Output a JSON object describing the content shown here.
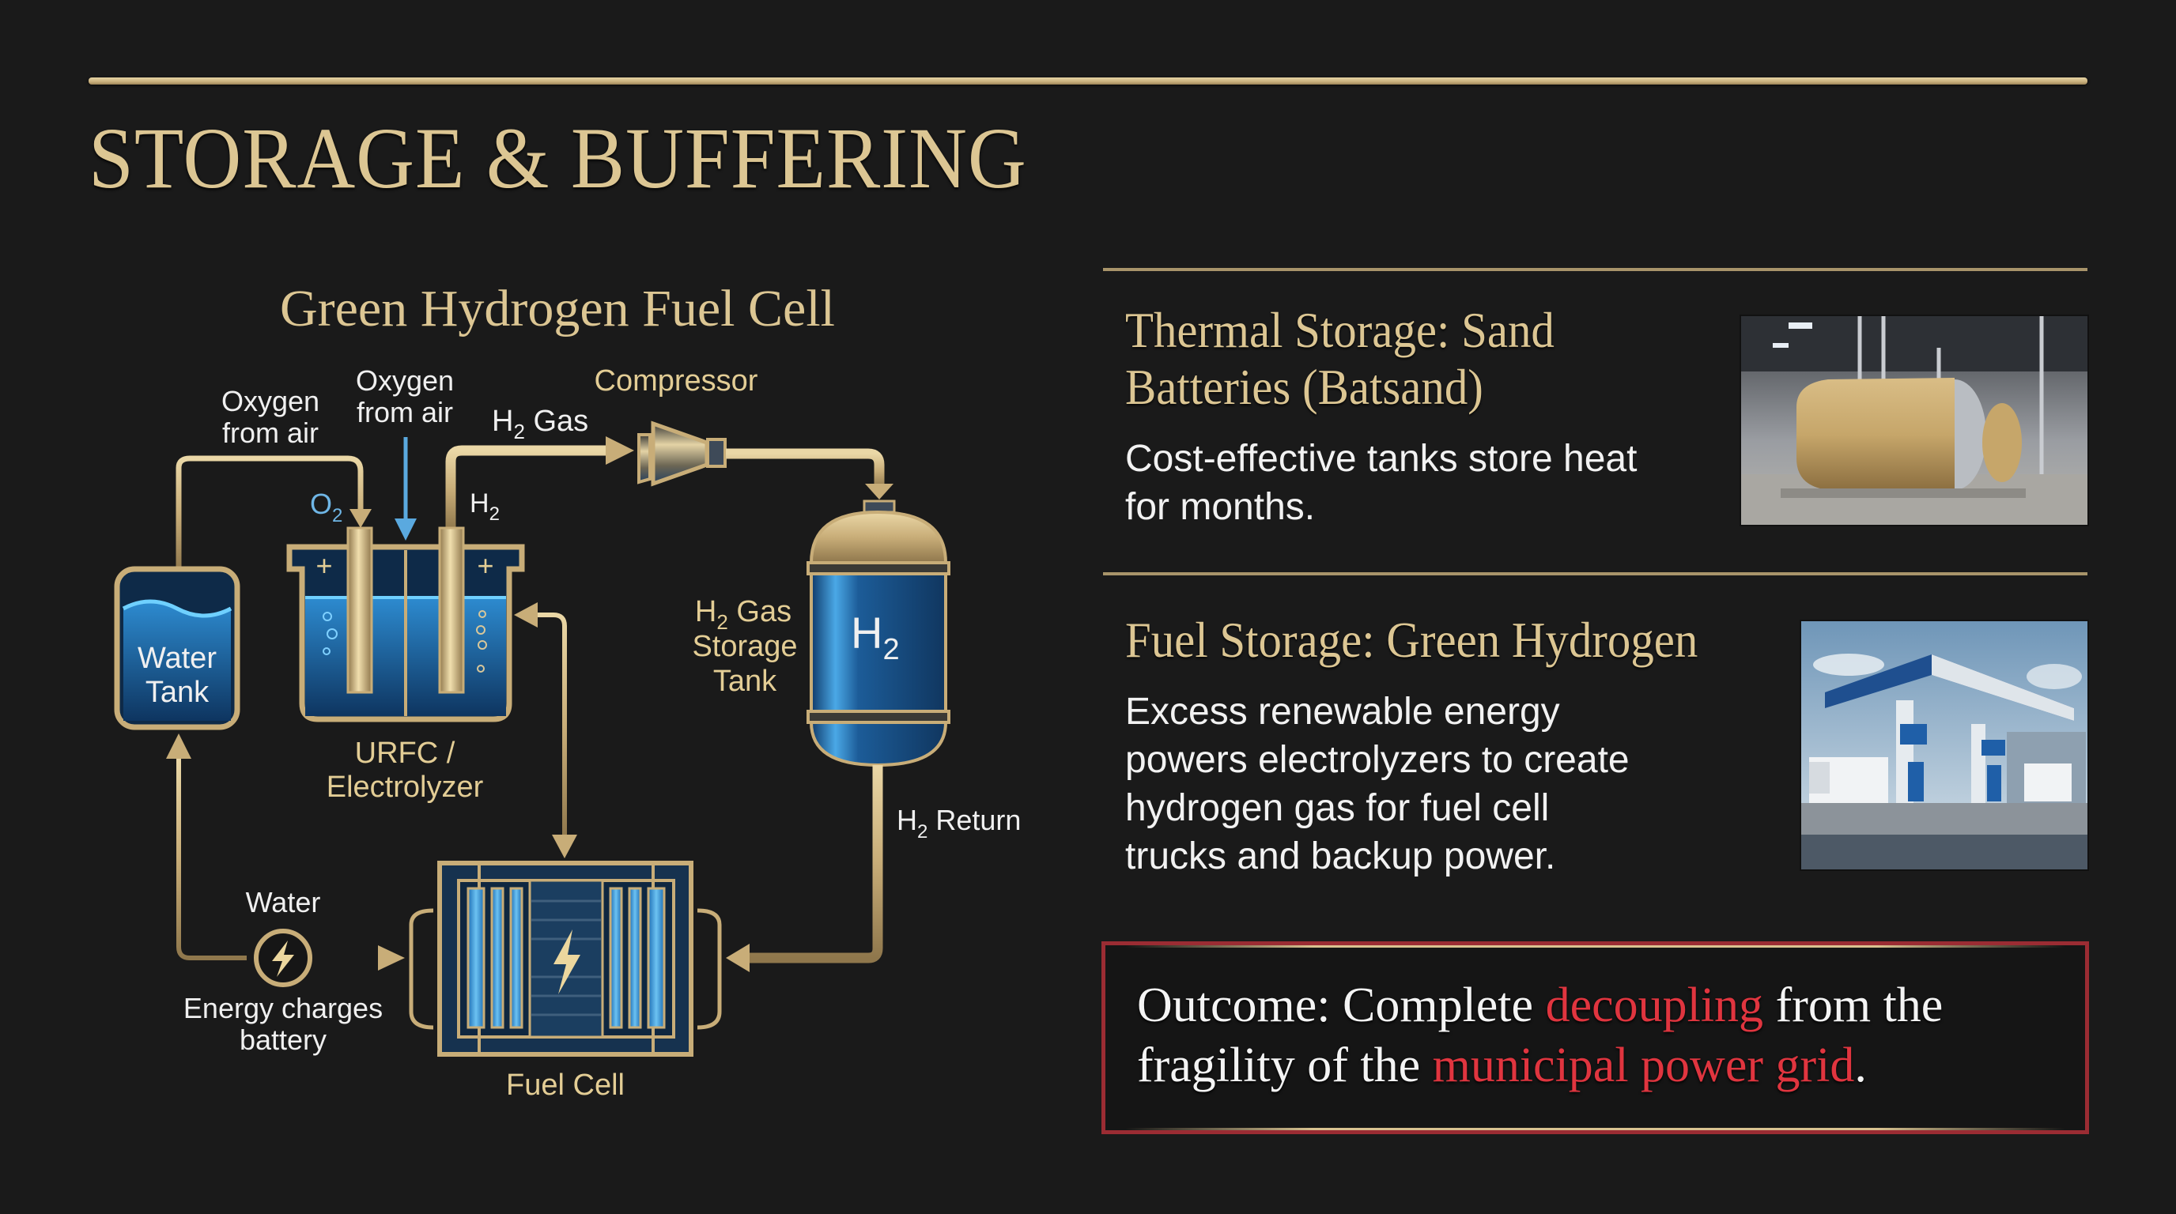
{
  "page": {
    "title": "STORAGE & BUFFERING"
  },
  "diagram": {
    "title": "Green Hydrogen Fuel Cell",
    "labels": {
      "oxygen_left_1": "Oxygen",
      "oxygen_left_2": "from air",
      "oxygen_center_1": "Oxygen",
      "oxygen_center_2": "from air",
      "compressor": "Compressor",
      "h2_gas": "H",
      "h2_gas_sub": "2",
      "h2_gas_suffix": " Gas",
      "o2": "O",
      "o2_sub": "2",
      "h2_pipe": "H",
      "h2_pipe_sub": "2",
      "water_tank_1": "Water",
      "water_tank_2": "Tank",
      "urfc_1": "URFC /",
      "urfc_2": "Electrolyzer",
      "storage_tank_1_prefix": "H",
      "storage_tank_1_sub": "2",
      "storage_tank_1_suffix": " Gas",
      "storage_tank_2": "Storage",
      "storage_tank_3": "Tank",
      "tank_symbol": "H",
      "tank_symbol_sub": "2",
      "h2_return_prefix": "H",
      "h2_return_sub": "2",
      "h2_return_suffix": " Return",
      "water": "Water",
      "energy_1": "Energy charges",
      "energy_2": "battery",
      "fuel_cell": "Fuel Cell"
    },
    "icons": [
      "water-tank-icon",
      "electrolyzer-icon",
      "compressor-icon",
      "hydrogen-tank-icon",
      "fuel-cell-icon",
      "lightning-bolt-icon",
      "arrow-icon"
    ],
    "colors": {
      "gold": "#d3bc8c",
      "blue": "#2f7fc0",
      "oxygen_arrow": "#5aa9df"
    }
  },
  "sections": [
    {
      "title_line1": "Thermal Storage: Sand",
      "title_line2": "Batteries (Batsand)",
      "body_line1": "Cost-effective tanks store heat",
      "body_line2": "for months.",
      "image": "sand-battery-tanks-photo"
    },
    {
      "title_line1": "Fuel Storage: Green Hydrogen",
      "body_line1": "Excess renewable energy",
      "body_line2": "powers electrolyzers to create",
      "body_line3": "hydrogen gas for fuel cell",
      "body_line4": "trucks and backup power.",
      "image": "hydrogen-fueling-station-photo"
    }
  ],
  "outcome": {
    "prefix": "Outcome: Complete ",
    "highlight1": "decoupling",
    "middle": " from the fragility of the ",
    "highlight2": "municipal power grid",
    "suffix": ".",
    "border_color": "#9b2c33",
    "highlight_color": "#e0353f"
  }
}
